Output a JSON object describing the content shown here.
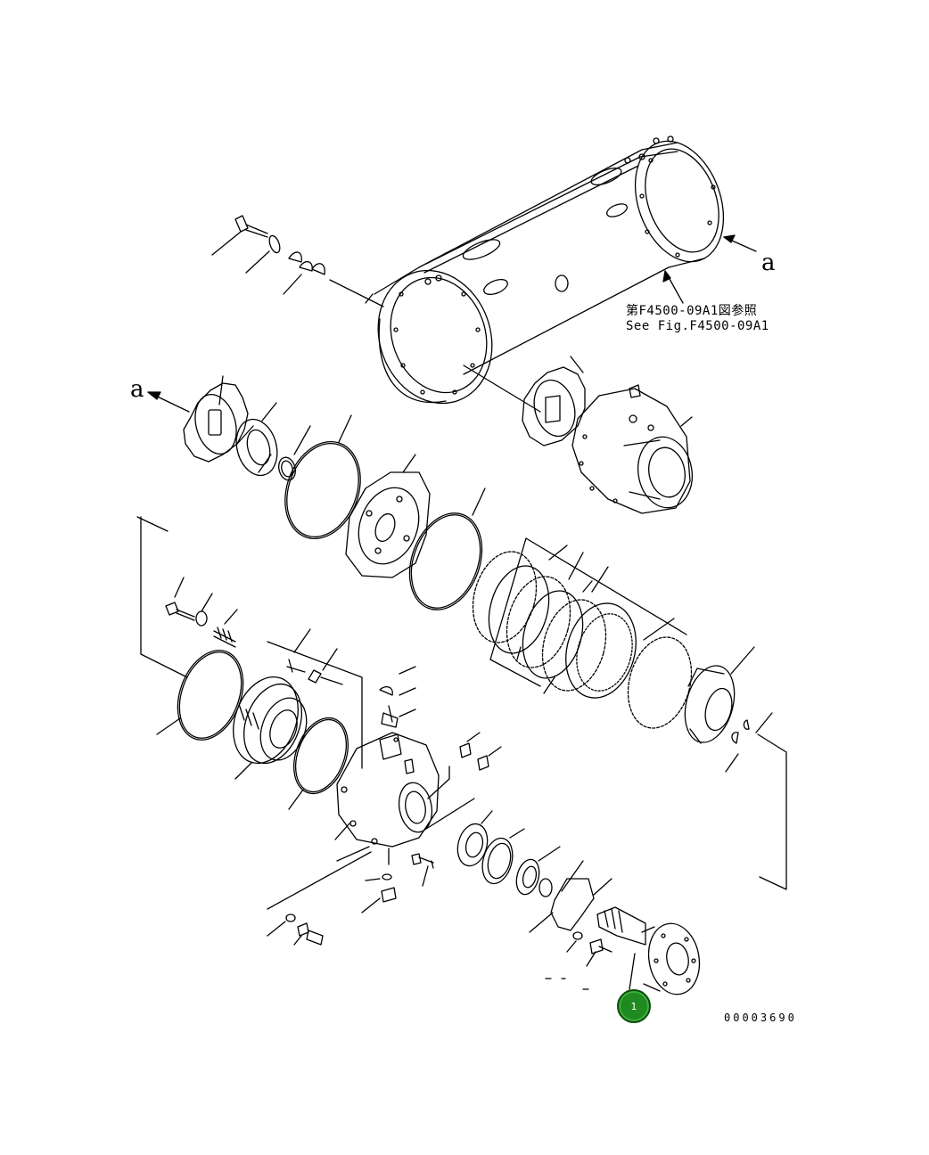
{
  "figure": {
    "reference_jp": "第F4500-09A1図参照",
    "reference_en": "See Fig.F4500-09A1",
    "view_marker_top": "a",
    "view_marker_left": "a",
    "drawing_number": "00003690"
  },
  "callouts": [
    {
      "label": "1",
      "color": "#1f8a1f"
    }
  ],
  "colors": {
    "line": "#000000",
    "background": "#ffffff",
    "callout": "#1f8a1f"
  }
}
